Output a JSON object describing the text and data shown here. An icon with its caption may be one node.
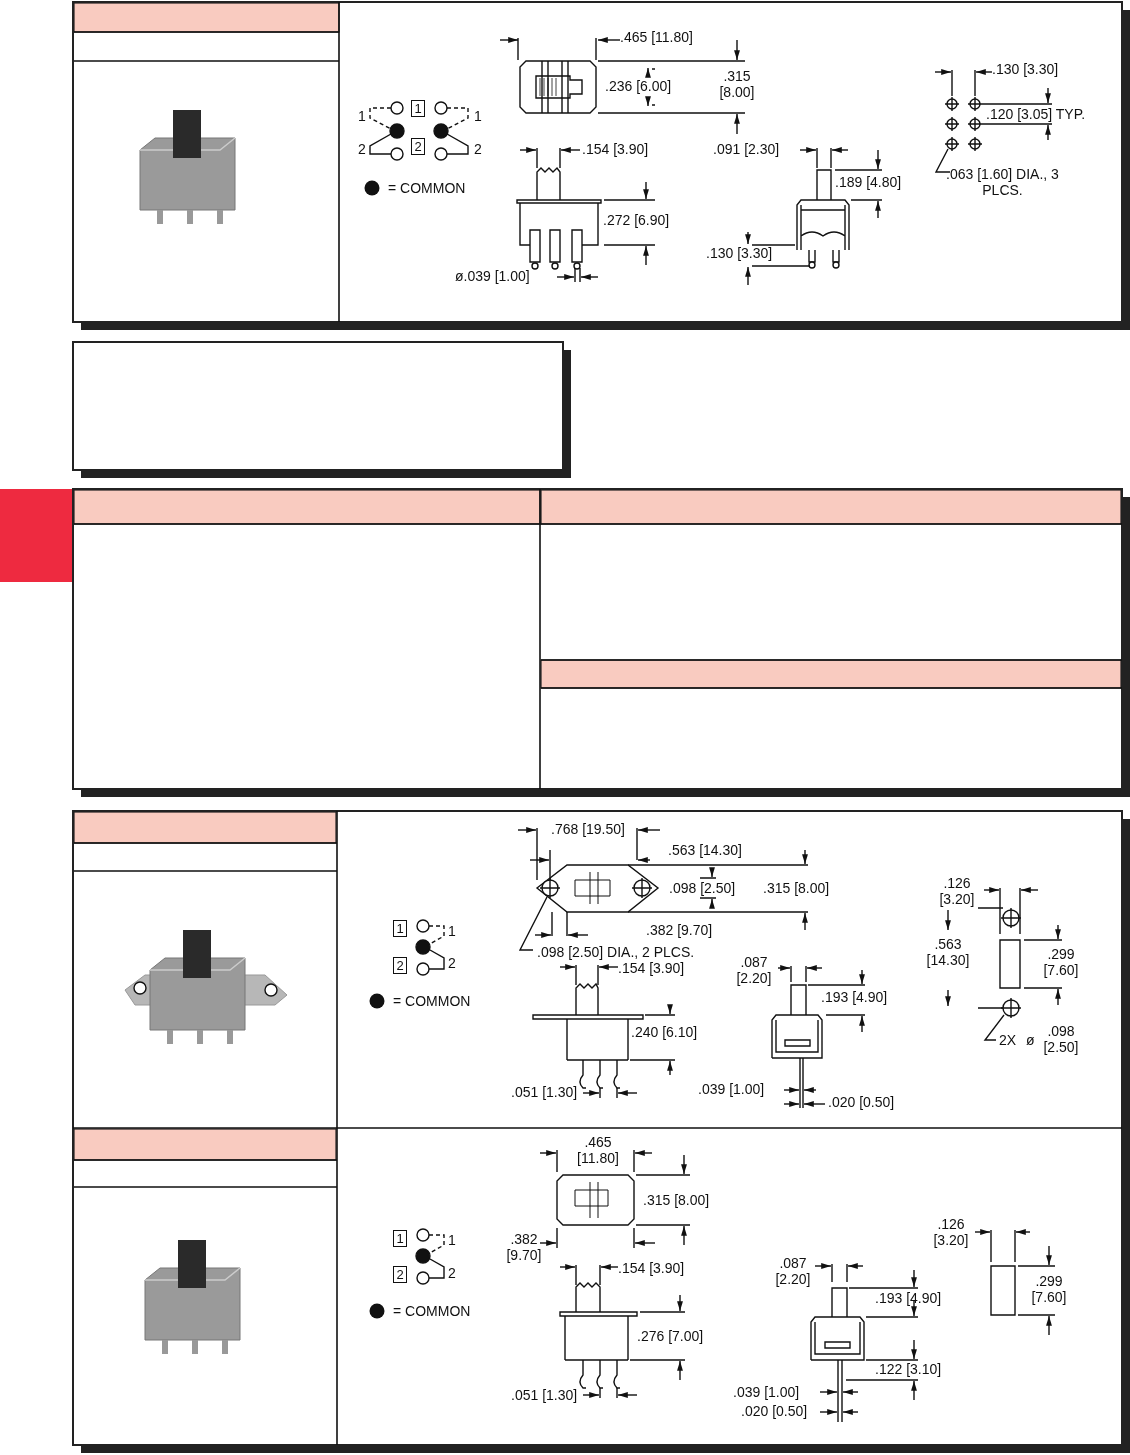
{
  "diagram": {
    "labels": [
      "1",
      "1",
      "1",
      "2",
      "2",
      "2",
      ".465 [11.80]",
      ".236 [6.00]",
      ".315 [8.00]",
      "= COMMON",
      ".154 [3.90]",
      ".091 [2.30]",
      ".189 [4.80]",
      ".272 [6.90]",
      ".130 [3.30]",
      "ø.039 [1.00]",
      ".130 [3.30]",
      ".120 [3.05] TYP.",
      ".063 [1.60] DIA., 3 PLCS.",
      ".768 [19.50]",
      ".563 [14.30]",
      ".098 [2.50]",
      ".315 [8.00]",
      ".126 [3.20]",
      ".382 [9.70]",
      "1",
      "1",
      ".563 [14.30]",
      ".299 [7.60]",
      ".098 [2.50] DIA., 2 PLCS.",
      ".087 [2.20]",
      ".154 [3.90]",
      "2",
      "2",
      "= COMMON",
      ".193 [4.90]",
      ".240 [6.10]",
      "2X",
      "ø",
      ".098 [2.50]",
      ".051 [1.30]",
      ".039 [1.00]",
      ".020 [0.50]",
      ".465 [11.80]",
      ".315 [8.00]",
      ".126 [3.20]",
      "1",
      "1",
      ".382 [9.70]",
      ".087 [2.20]",
      ".154 [3.90]",
      "2",
      "2",
      ".299 [7.60]",
      ".193 [4.90]",
      "= COMMON",
      ".276 [7.00]",
      ".122 [3.10]",
      ".051 [1.30]",
      ".039 [1.00]",
      ".020 [0.50]"
    ],
    "nodes": [
      {
        "text": [],
        "shape": "box"
      }
    ]
  }
}
